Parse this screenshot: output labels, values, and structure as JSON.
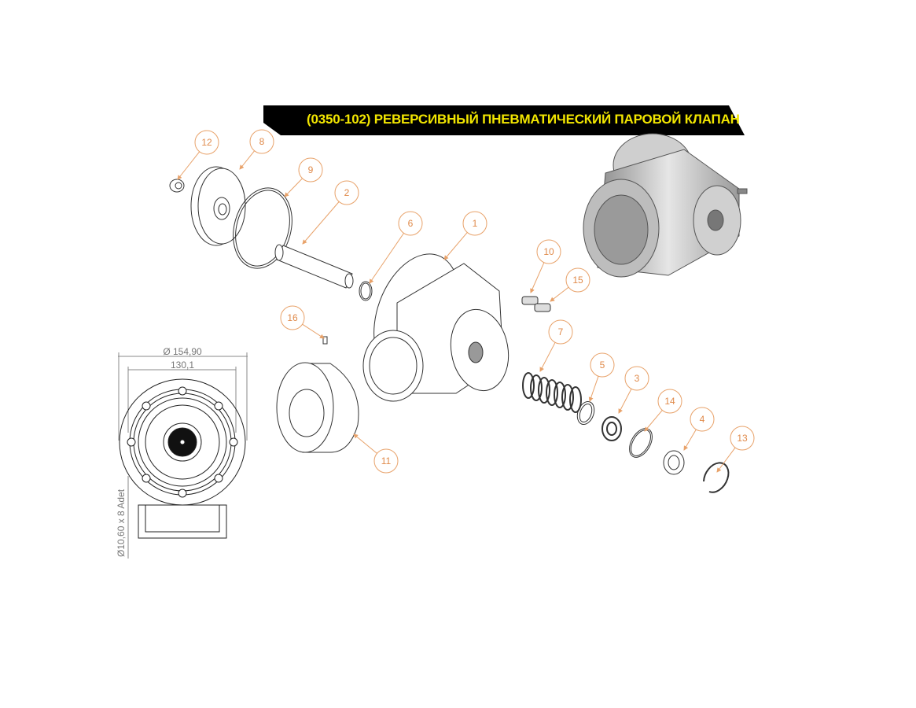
{
  "title": "(0350-102) РЕВЕРСИВНЫЙ ПНЕВМАТИЧЕСКИЙ ПАРОВОЙ КЛАПАН",
  "colors": {
    "banner_bg": "#000000",
    "banner_text": "#f2e600",
    "callout": "#e8a26a",
    "line": "#333333",
    "part_fill": "#d9d9d9"
  },
  "callouts": [
    "12",
    "8",
    "9",
    "2",
    "6",
    "1",
    "10",
    "15",
    "16",
    "7",
    "5",
    "3",
    "14",
    "4",
    "13",
    "11"
  ],
  "dimensions": {
    "outer_diameter": "Ø 154,90",
    "inner_width": "130,1",
    "holes": "Ø10,60 x 8 Adet"
  }
}
